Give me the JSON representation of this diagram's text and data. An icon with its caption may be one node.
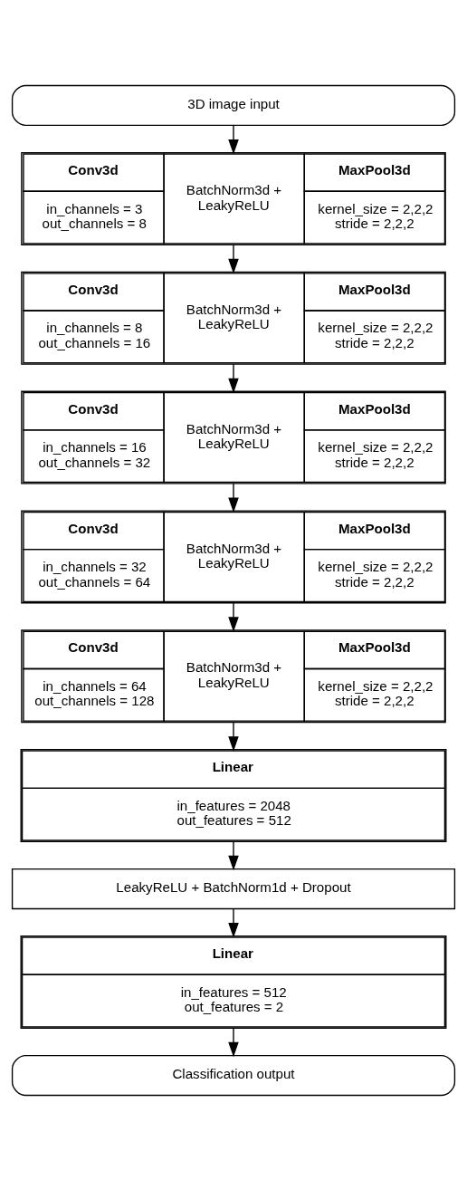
{
  "diagram": {
    "nodes": [
      {
        "text": [
          "3D image input"
        ]
      },
      {
        "text": [
          "Conv3d",
          "in_channels = 3 out_channels = 8",
          "BatchNorm3d + LeakyReLU",
          "MaxPool3d",
          "kernel_size = 2,2,2 stride = 2,2,2"
        ]
      },
      {
        "text": [
          "Conv3d",
          "in_channels = 8 out_channels = 16",
          "BatchNorm3d + LeakyReLU",
          "MaxPool3d",
          "kernel_size = 2,2,2 stride = 2,2,2"
        ]
      },
      {
        "text": [
          "Conv3d",
          "in_channels = 16 out_channels = 32",
          "BatchNorm3d + LeakyReLU",
          "MaxPool3d",
          "kernel_size = 2,2,2 stride = 2,2,2"
        ]
      },
      {
        "text": [
          "Conv3d",
          "in_channels = 32 out_channels = 64",
          "BatchNorm3d + LeakyReLU",
          "MaxPool3d",
          "kernel_size = 2,2,2 stride = 2,2,2"
        ]
      },
      {
        "text": [
          "Conv3d",
          "in_channels = 64 out_channels = 128",
          "BatchNorm3d + LeakyReLU",
          "MaxPool3d",
          "kernel_size = 2,2,2 stride = 2,2,2"
        ]
      },
      {
        "text": [
          "Linear",
          "in_features = 2048 out_features = 512"
        ]
      },
      {
        "text": [
          "LeakyReLU + BatchNorm1d + Dropout"
        ]
      },
      {
        "text": [
          "Linear",
          "in_features = 512 out_features = 2"
        ]
      },
      {
        "text": [
          "Classification output"
        ]
      }
    ],
    "edges": [
      {
        "from": 0,
        "to": 1,
        "arrow": "to"
      },
      {
        "from": 1,
        "to": 2,
        "arrow": "to"
      },
      {
        "from": 2,
        "to": 3,
        "arrow": "to"
      },
      {
        "from": 3,
        "to": 4,
        "arrow": "to"
      },
      {
        "from": 4,
        "to": 5,
        "arrow": "to"
      },
      {
        "from": 5,
        "to": 6,
        "arrow": "to"
      },
      {
        "from": 6,
        "to": 7,
        "arrow": "to"
      },
      {
        "from": 7,
        "to": 8,
        "arrow": "to"
      },
      {
        "from": 8,
        "to": 9,
        "arrow": "to"
      }
    ]
  }
}
